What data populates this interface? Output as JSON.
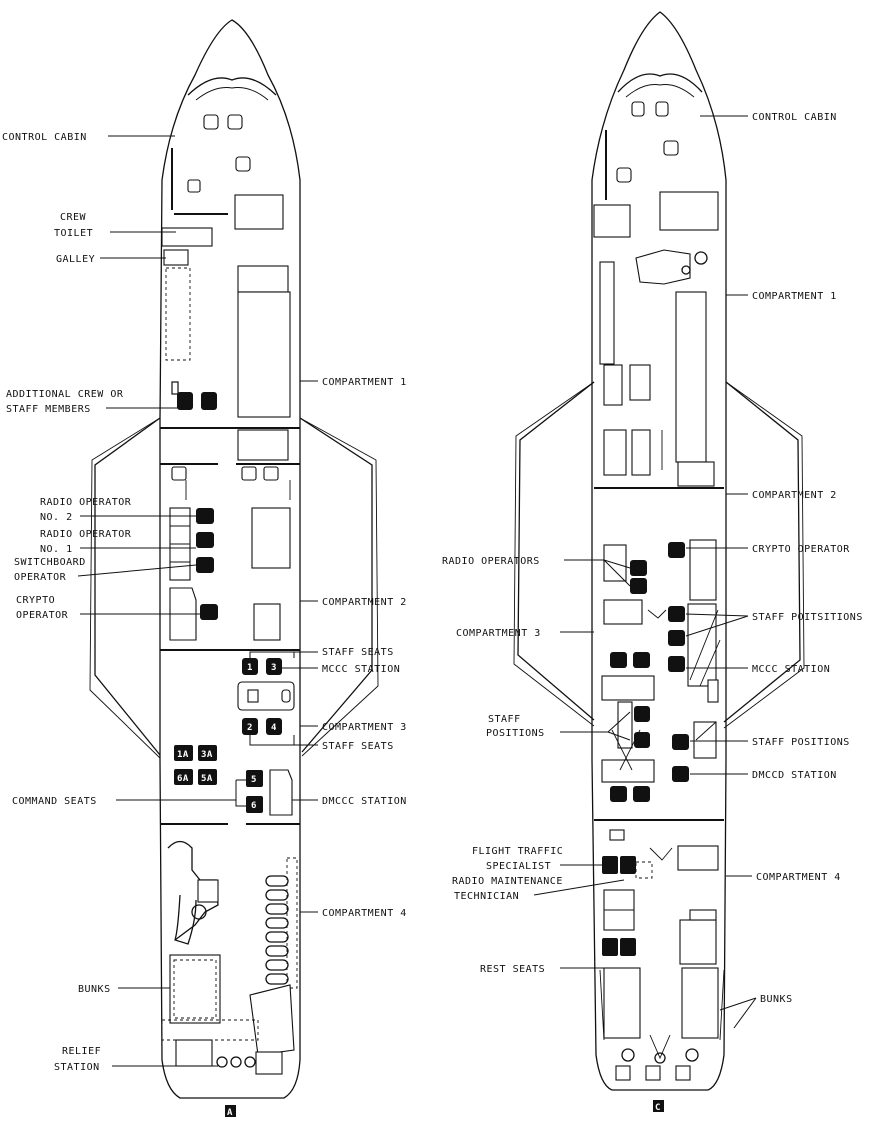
{
  "figure_a": {
    "marker": "A",
    "labels": {
      "control_cabin": "CONTROL CABIN",
      "crew_toilet_1": "CREW",
      "crew_toilet_2": "TOILET",
      "galley": "GALLEY",
      "compartment_1": "COMPARTMENT 1",
      "additional_crew_1": "ADDITIONAL CREW OR",
      "additional_crew_2": "STAFF MEMBERS",
      "radio_op_2a": "RADIO OPERATOR",
      "radio_op_2b": "NO. 2",
      "radio_op_1a": "RADIO OPERATOR",
      "radio_op_1b": "NO. 1",
      "switchboard_1": "SWITCHBOARD",
      "switchboard_2": "OPERATOR",
      "crypto_1": "CRYPTO",
      "crypto_2": "OPERATOR",
      "compartment_2": "COMPARTMENT 2",
      "staff_seats_top": "STAFF SEATS",
      "mccc_station": "MCCC STATION",
      "compartment_3": "COMPARTMENT 3",
      "staff_seats_bottom": "STAFF SEATS",
      "command_seats": "COMMAND SEATS",
      "dmccc_station": "DMCCC STATION",
      "compartment_4": "COMPARTMENT 4",
      "bunks": "BUNKS",
      "relief_1": "RELIEF",
      "relief_2": "STATION"
    },
    "seat_numbers": [
      "1",
      "3",
      "2",
      "4",
      "5",
      "6"
    ],
    "command_seat_numbers": [
      "1A",
      "3A",
      "6A",
      "5A"
    ]
  },
  "figure_c": {
    "marker": "C",
    "labels": {
      "control_cabin": "CONTROL CABIN",
      "compartment_1": "COMPARTMENT 1",
      "compartment_2": "COMPARTMENT 2",
      "radio_operators": "RADIO OPERATORS",
      "crypto_operator": "CRYPTO OPERATOR",
      "compartment_3": "COMPARTMENT 3",
      "staff_positions_top": "STAFF POITSITIONS",
      "mccc_station": "MCCC STATION",
      "staff_pos_left_1": "STAFF",
      "staff_pos_left_2": "POSITIONS",
      "staff_positions_right": "STAFF POSITIONS",
      "dmccc_station": "DMCCD STATION",
      "flight_traffic_1": "FLIGHT TRAFFIC",
      "flight_traffic_2": "SPECIALIST",
      "radio_maint_1": "RADIO MAINTENANCE",
      "radio_maint_2": "TECHNICIAN",
      "compartment_4": "COMPARTMENT 4",
      "rest_seats": "REST SEATS",
      "bunks": "BUNKS"
    }
  }
}
